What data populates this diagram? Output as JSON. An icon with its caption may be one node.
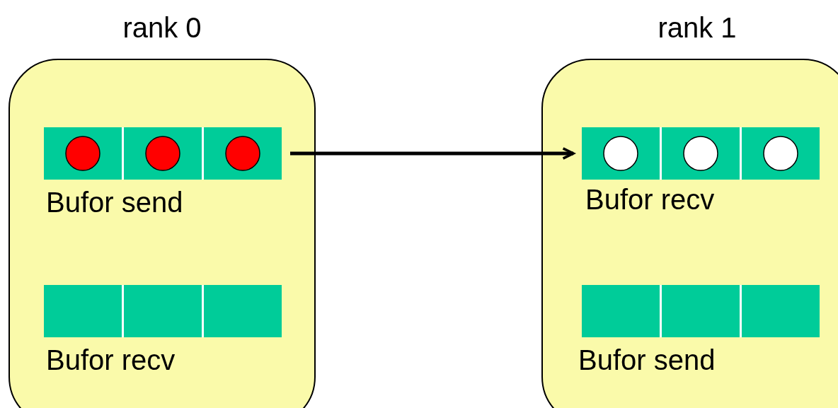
{
  "diagram": {
    "nodes": [
      {
        "text": [
          "rank 0"
        ]
      },
      {
        "text": [],
        "shape": "bar",
        "in": 0,
        "beside": [
          "Bufor send"
        ]
      },
      {
        "text": [],
        "shape": "bar",
        "in": 0,
        "beside": [
          "Bufor recv"
        ]
      },
      {
        "text": [
          "rank 1"
        ]
      },
      {
        "text": [],
        "shape": "bar",
        "in": 3,
        "beside": [
          "Bufor recv"
        ]
      },
      {
        "text": [],
        "shape": "bar",
        "in": 3,
        "beside": [
          "Bufor send"
        ]
      }
    ],
    "edges": [
      {
        "from": 1,
        "to": 4,
        "arrow": "to"
      }
    ]
  }
}
